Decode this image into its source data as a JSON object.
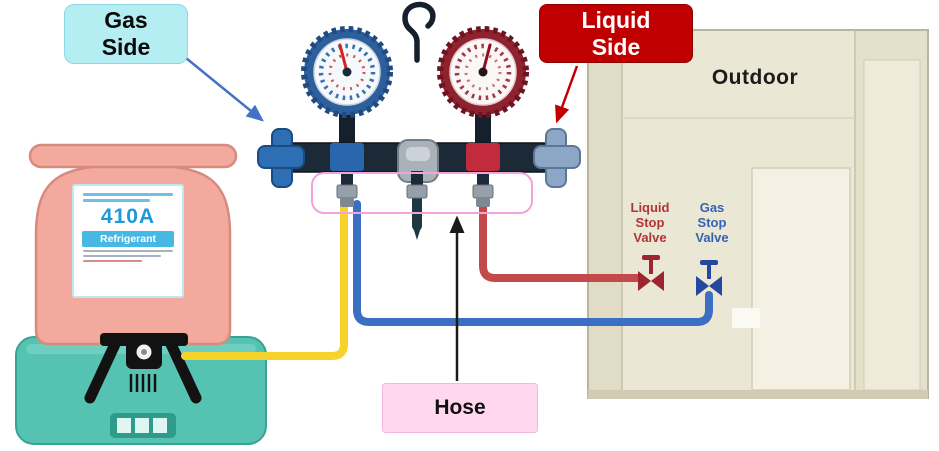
{
  "callouts": {
    "gas_side": {
      "lines": [
        "Gas",
        "Side"
      ],
      "bg": "#b4eef2",
      "fg": "#0a0a0a"
    },
    "liquid_side": {
      "lines": [
        "Liquid",
        "Side"
      ],
      "bg": "#c00000",
      "fg": "#ffffff"
    },
    "hose": {
      "label": "Hose",
      "bg": "#ffd8f0",
      "fg": "#111111"
    }
  },
  "outdoor_unit": {
    "title": "Outdoor",
    "liquid_stop_valve": {
      "lines": [
        "Liquid",
        "Stop",
        "Valve"
      ],
      "color": "#b23535"
    },
    "gas_stop_valve": {
      "lines": [
        "Gas",
        "Stop",
        "Valve"
      ],
      "color": "#3563b2"
    }
  },
  "tank": {
    "model": "410A",
    "type": "Refrigerant"
  },
  "colors": {
    "tank_body": "#f3a99e",
    "scale_body": "#56c3b2",
    "outdoor_body": "#ebe7d5",
    "manifold": "#1c2a38",
    "gas_accent": "#2e6eb4",
    "liquid_accent": "#c22b3c",
    "tank_hose": "#f6d32b",
    "gas_hose": "#3b6fc3",
    "liquid_hose": "#c34a4a",
    "highlight_outline": "#f2a3da"
  }
}
